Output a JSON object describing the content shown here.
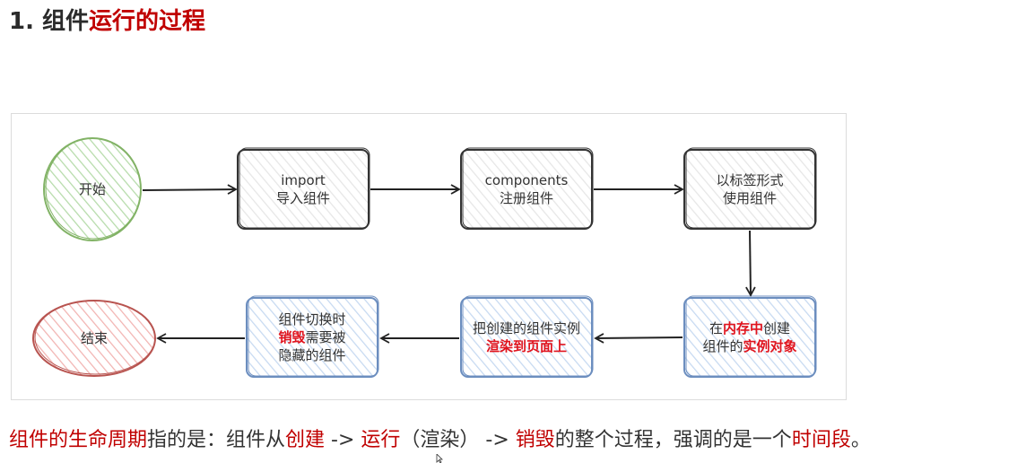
{
  "heading": {
    "prefix": "1. 组件",
    "accent": "运行的过程"
  },
  "diagram": {
    "start": "开始",
    "step_import": {
      "line1": "import",
      "line2": "导入组件"
    },
    "step_register": {
      "line1": "components",
      "line2": "注册组件"
    },
    "step_use": {
      "line1": "以标签形式",
      "line2": "使用组件"
    },
    "step_create": {
      "p1": "在",
      "p2": "内存中",
      "p3": "创建",
      "p4": "组件的",
      "p5": "实例对象"
    },
    "step_render": {
      "line1": "把创建的组件实例",
      "line2": "渲染到页面上"
    },
    "step_destroy": {
      "line1": "组件切换时",
      "p2a": "销毁",
      "p2b": "需要被",
      "line3": "隐藏的组件"
    },
    "end": "结束",
    "colors": {
      "start_border": "#82b366",
      "start_fill": "#d5e8d4",
      "end_border": "#b85450",
      "end_fill": "#f8cecc",
      "box_border": "#333333",
      "box_fill": "#eeeeee",
      "blue_border": "#6c8ebf",
      "blue_fill": "#dae8fc",
      "highlight": "#e0141e"
    }
  },
  "footer": {
    "s1": "组件的生命周期",
    "s2": "指的是：组件从",
    "s3": "创建",
    "s4": " -> ",
    "s5": "运行",
    "s6": "（渲染） -> ",
    "s7": "销毁",
    "s8": "的整个过程，强调的是一个",
    "s9": "时间段",
    "s10": "。"
  }
}
